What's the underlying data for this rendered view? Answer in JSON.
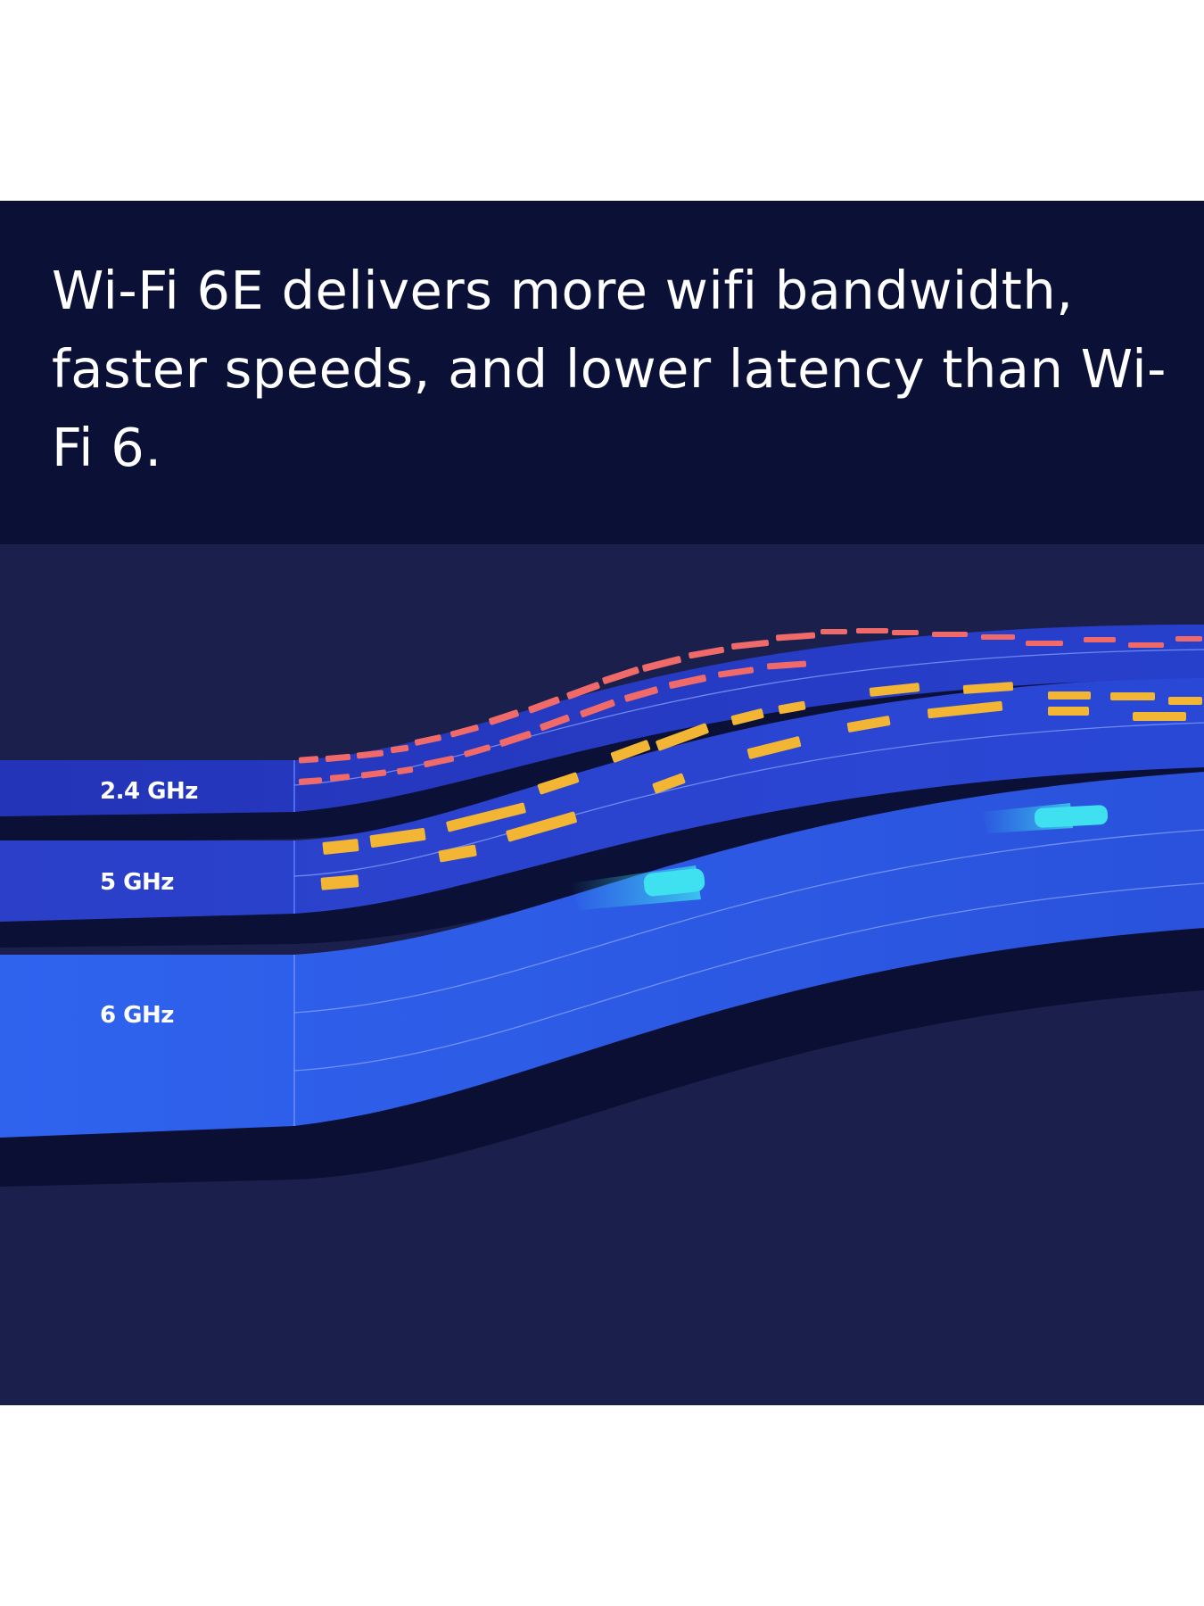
{
  "headline": "Wi-Fi 6E delivers more wifi bandwidth, faster speeds, and lower latency than Wi-Fi 6.",
  "bands": [
    {
      "label": "2.4 GHz",
      "traffic": "congested",
      "packet_color": "#f06a6a"
    },
    {
      "label": "5 GHz",
      "traffic": "moderate",
      "packet_color": "#f2b534"
    },
    {
      "label": "6 GHz",
      "traffic": "clear",
      "packet_color": "#3fe0f0"
    }
  ],
  "colors": {
    "banner_background": "#0b1136",
    "illustration_background": "#1a1f4b",
    "band_24": "#2333b0",
    "band_5": "#2a3fd0",
    "band_6": "#2f5be6"
  }
}
